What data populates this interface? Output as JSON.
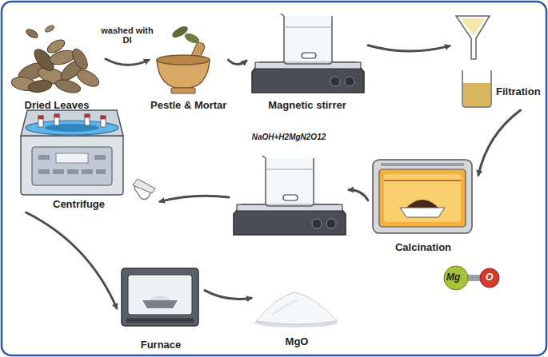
{
  "diagram": {
    "nodes": [
      {
        "text": [
          "Dried Leaves"
        ]
      },
      {
        "text": [
          "Pestle & Mortar"
        ]
      },
      {
        "text": [
          "Magnetic stirrer"
        ]
      },
      {
        "text": [
          "Filtration"
        ]
      },
      {
        "text": [
          "Calcination"
        ]
      },
      {
        "text": [
          "NaOH+H2MgN2O12"
        ]
      },
      {
        "text": [
          "Centrifuge"
        ]
      },
      {
        "text": [
          "Furnace"
        ]
      },
      {
        "text": [
          "MgO"
        ]
      }
    ],
    "edges": [
      {
        "from": 0,
        "to": 1,
        "arrow": "to",
        "label": "washed with DI"
      },
      {
        "from": 1,
        "to": 2,
        "arrow": "to"
      },
      {
        "from": 2,
        "to": 3,
        "arrow": "to"
      },
      {
        "from": 3,
        "to": 4,
        "arrow": "to"
      },
      {
        "from": 4,
        "to": 5,
        "arrow": "to"
      },
      {
        "from": 5,
        "to": 6,
        "arrow": "to"
      },
      {
        "from": 6,
        "to": 7,
        "arrow": "to"
      },
      {
        "from": 7,
        "to": 8,
        "arrow": "to"
      }
    ],
    "labels": [
      "Mg",
      "O"
    ]
  }
}
